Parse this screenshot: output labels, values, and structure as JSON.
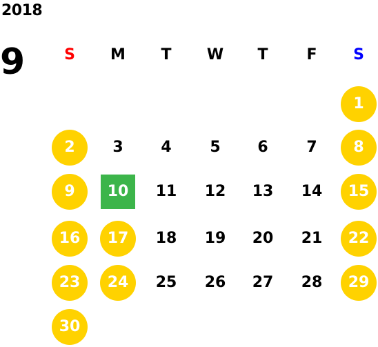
{
  "calendar": {
    "year": "2018",
    "month": "9",
    "weekdays": [
      {
        "label": "S",
        "color": "#ff0000"
      },
      {
        "label": "M",
        "color": "#000000"
      },
      {
        "label": "T",
        "color": "#000000"
      },
      {
        "label": "W",
        "color": "#000000"
      },
      {
        "label": "T",
        "color": "#000000"
      },
      {
        "label": "F",
        "color": "#000000"
      },
      {
        "label": "S",
        "color": "#0000ff"
      }
    ],
    "colors": {
      "holiday_fill": "#ffd200",
      "today_fill": "#3cb54a",
      "holiday_text": "#ffffff",
      "weekday_text": "#000000"
    },
    "today": "10",
    "weeks": [
      [
        null,
        null,
        null,
        null,
        null,
        null,
        {
          "day": "1",
          "highlight": "holiday"
        }
      ],
      [
        {
          "day": "2",
          "highlight": "holiday"
        },
        {
          "day": "3"
        },
        {
          "day": "4"
        },
        {
          "day": "5"
        },
        {
          "day": "6"
        },
        {
          "day": "7"
        },
        {
          "day": "8",
          "highlight": "holiday"
        }
      ],
      [
        {
          "day": "9",
          "highlight": "holiday"
        },
        {
          "day": "10",
          "highlight": "today"
        },
        {
          "day": "11"
        },
        {
          "day": "12"
        },
        {
          "day": "13"
        },
        {
          "day": "14"
        },
        {
          "day": "15",
          "highlight": "holiday"
        }
      ],
      [
        {
          "day": "16",
          "highlight": "holiday"
        },
        {
          "day": "17",
          "highlight": "holiday"
        },
        {
          "day": "18"
        },
        {
          "day": "19"
        },
        {
          "day": "20"
        },
        {
          "day": "21"
        },
        {
          "day": "22",
          "highlight": "holiday"
        }
      ],
      [
        {
          "day": "23",
          "highlight": "holiday"
        },
        {
          "day": "24",
          "highlight": "holiday"
        },
        {
          "day": "25"
        },
        {
          "day": "26"
        },
        {
          "day": "27"
        },
        {
          "day": "28"
        },
        {
          "day": "29",
          "highlight": "holiday"
        }
      ],
      [
        {
          "day": "30",
          "highlight": "holiday"
        },
        null,
        null,
        null,
        null,
        null,
        null
      ]
    ]
  }
}
